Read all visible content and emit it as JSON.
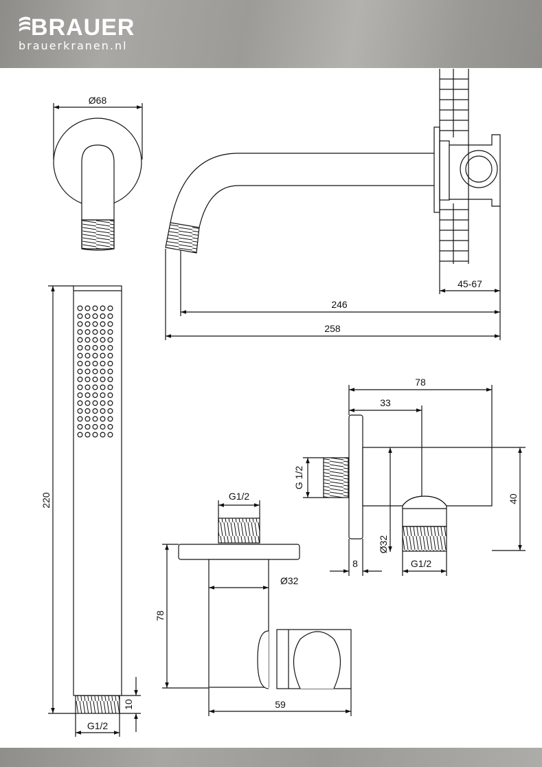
{
  "brand": {
    "name": "BRAUER",
    "url": "brauerkranen.nl"
  },
  "dimensions": {
    "rosette_diameter": "Ø68",
    "spout_projection": "246",
    "overall_length": "258",
    "wall_depth_range": "45-67",
    "handshower_length": "220",
    "handshower_thread_length": "10",
    "handshower_thread": "G1/2",
    "holder_thread_top": "G1/2",
    "holder_height": "78",
    "holder_body_diameter": "Ø32",
    "holder_projection": "59",
    "elbow_total_length": "78",
    "elbow_outlet_offset": "33",
    "elbow_inlet_thread": "G 1/2",
    "elbow_height": "40",
    "elbow_outlet_diameter": "Ø32",
    "elbow_flange_thickness": "8",
    "elbow_outlet_thread": "G1/2"
  },
  "colors": {
    "line": "#111111",
    "header": "#9c9b97"
  }
}
